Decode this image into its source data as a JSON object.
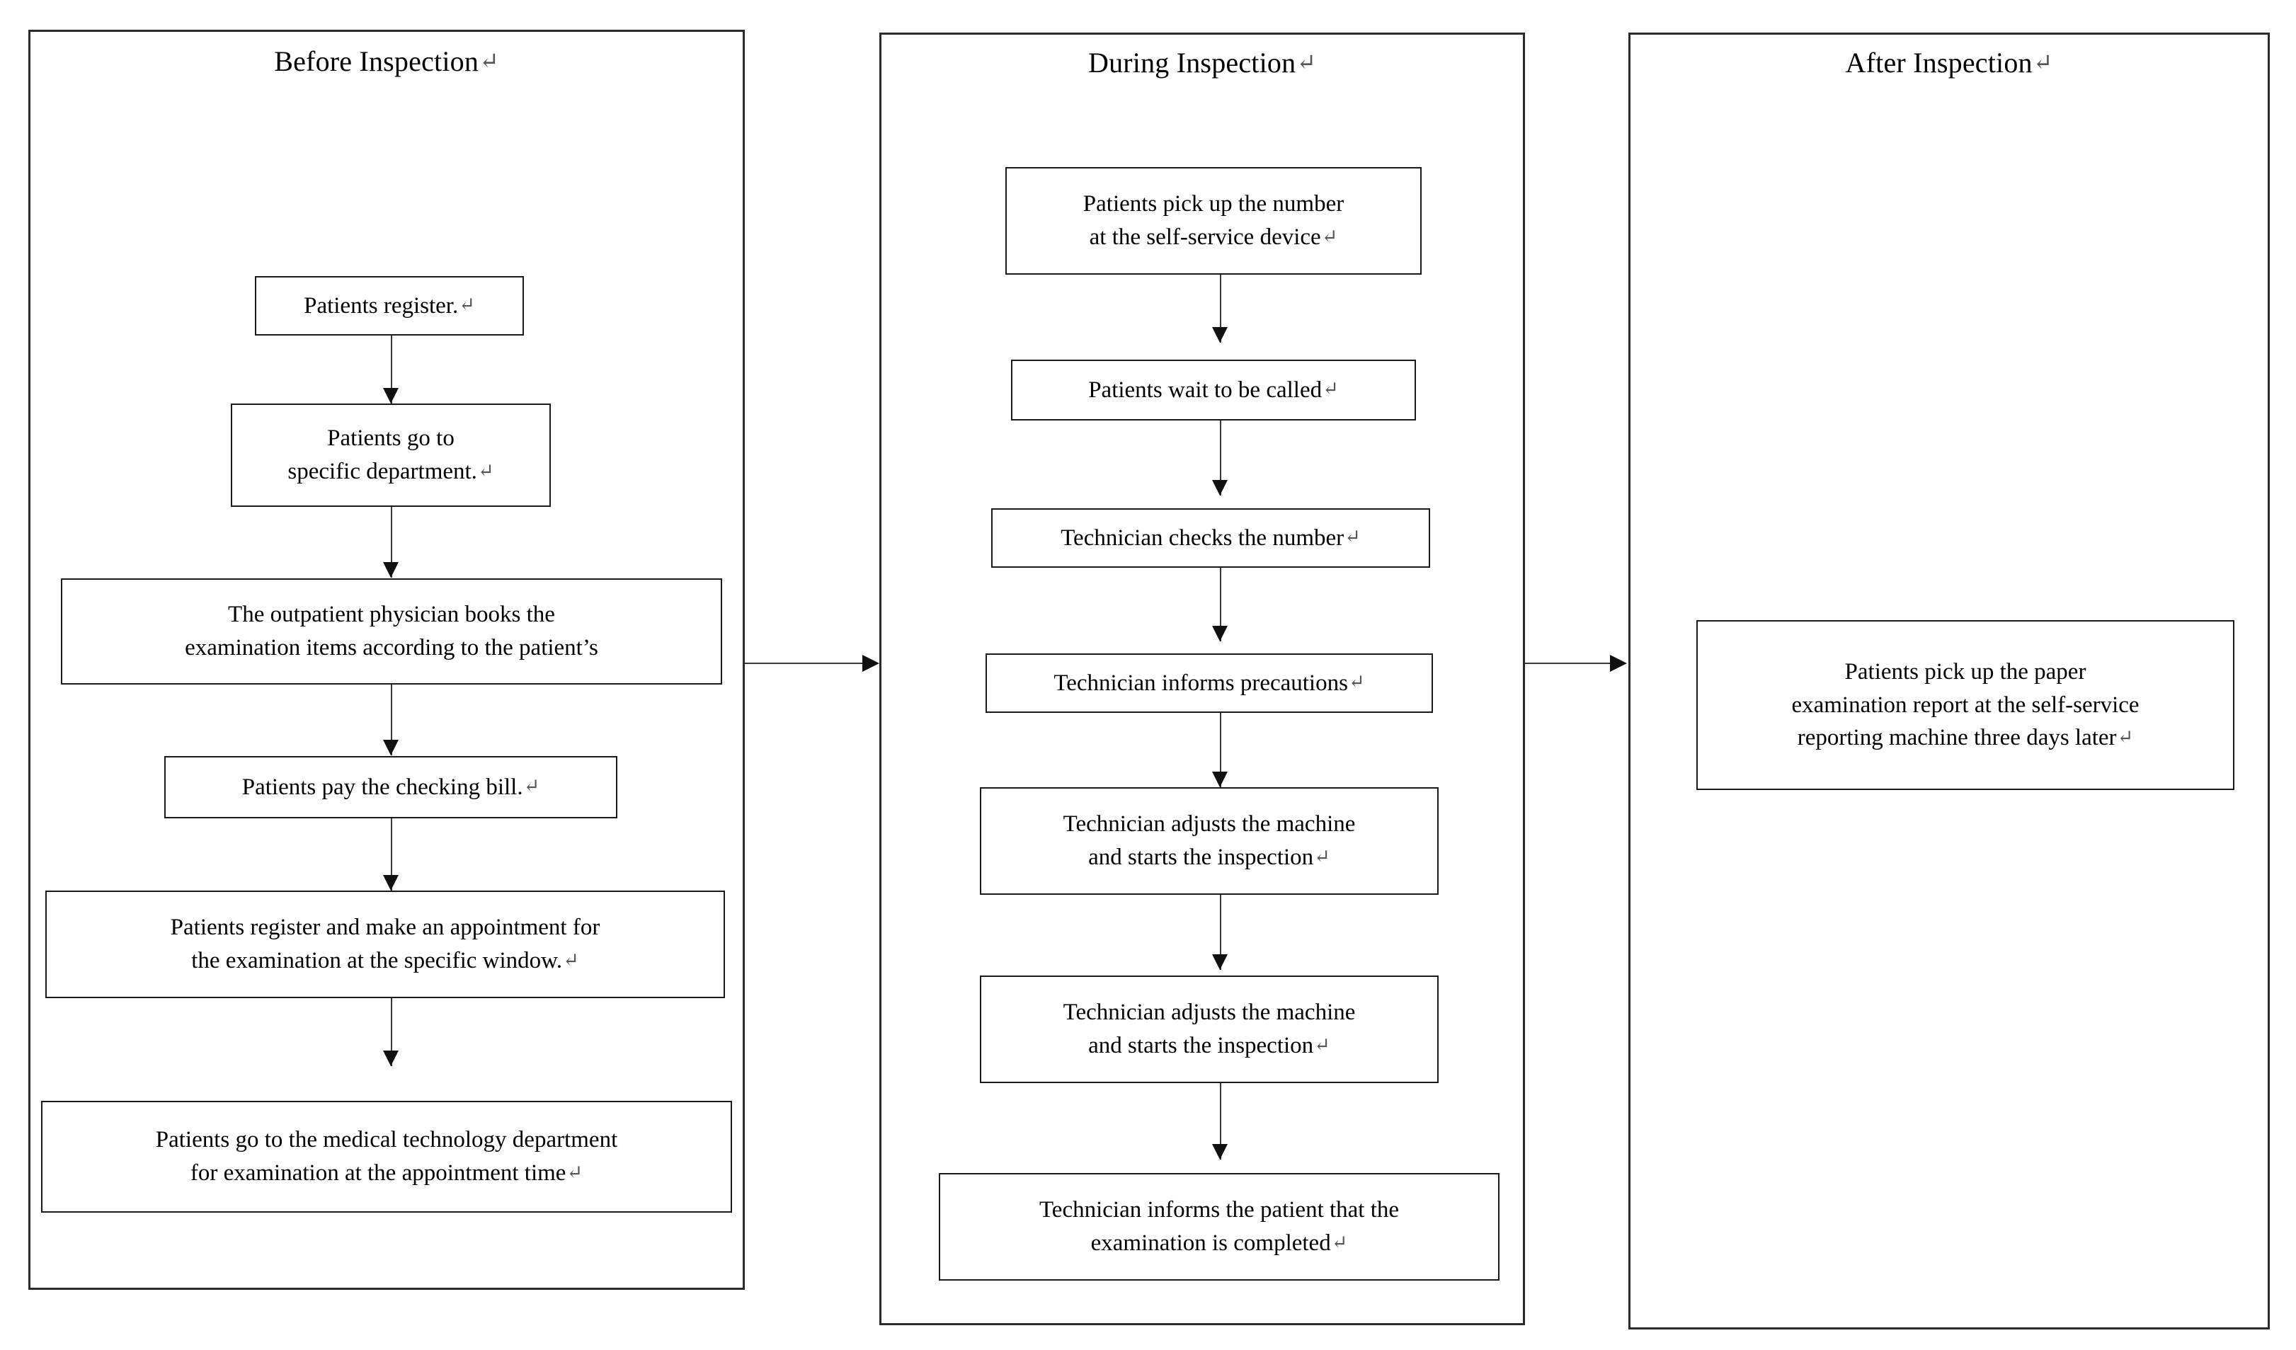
{
  "figure": {
    "type": "flowchart",
    "orientation": "left-to-right swimlane phases, top-to-bottom steps",
    "pilcrow": "↵"
  },
  "panels": [
    {
      "id": "before",
      "title": "Before Inspection",
      "nodes": [
        {
          "id": "b1",
          "lines": [
            "Patients register."
          ],
          "pilcrow": true
        },
        {
          "id": "b2",
          "lines": [
            "Patients go to",
            "specific department."
          ],
          "pilcrow": true
        },
        {
          "id": "b3",
          "lines": [
            "The outpatient physician books the",
            "examination items according to the patient’s"
          ],
          "pilcrow": false
        },
        {
          "id": "b4",
          "lines": [
            "Patients pay the checking bill."
          ],
          "pilcrow": true
        },
        {
          "id": "b5",
          "lines": [
            "Patients register and make an appointment for",
            "the examination at the specific window."
          ],
          "pilcrow": true
        },
        {
          "id": "b6",
          "lines": [
            "Patients go to the medical technology department",
            "for examination at the appointment time"
          ],
          "pilcrow": true
        }
      ]
    },
    {
      "id": "during",
      "title": "During Inspection",
      "nodes": [
        {
          "id": "d1",
          "lines": [
            "Patients pick up the number",
            "at the self-service device"
          ],
          "pilcrow": true
        },
        {
          "id": "d2",
          "lines": [
            "Patients wait to be called"
          ],
          "pilcrow": true
        },
        {
          "id": "d3",
          "lines": [
            "Technician checks the number"
          ],
          "pilcrow": true
        },
        {
          "id": "d4",
          "lines": [
            "Technician informs precautions"
          ],
          "pilcrow": true
        },
        {
          "id": "d5",
          "lines": [
            "Technician adjusts the machine",
            "and starts the inspection"
          ],
          "pilcrow": true
        },
        {
          "id": "d6",
          "lines": [
            "Technician adjusts the machine",
            "and starts the inspection"
          ],
          "pilcrow": true
        },
        {
          "id": "d7",
          "lines": [
            "Technician informs the patient that the",
            "examination is completed"
          ],
          "pilcrow": true
        }
      ]
    },
    {
      "id": "after",
      "title": "After Inspection",
      "nodes": [
        {
          "id": "a1",
          "lines": [
            "Patients pick up the paper",
            "examination report at the self-service",
            "reporting machine three days later"
          ],
          "pilcrow": true
        }
      ]
    }
  ],
  "connectors": {
    "phase_arrows": [
      {
        "from": "before",
        "to": "during"
      },
      {
        "from": "during",
        "to": "after"
      }
    ]
  },
  "colors": {
    "background": "#ffffff",
    "panel_border": "#2b2b2b",
    "node_border": "#1a1a1a",
    "connector": "#3a3a3a",
    "arrowhead": "#111111",
    "text": "#000000"
  }
}
